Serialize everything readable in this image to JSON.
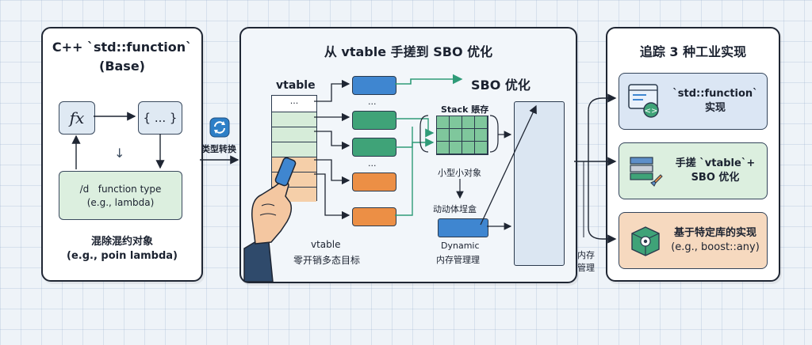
{
  "banner_title": "",
  "panels": {
    "base": {
      "title_line1": "C++ `std::function`",
      "title_line2": "(Base)",
      "fx_symbol": "fx",
      "braces_symbol": "{ ... }",
      "function_type_line1": "/d   function type",
      "function_type_line2": "(e.g., lambda)",
      "caption_line1": "混除混约对象",
      "caption_line2": "(e.g., poin lambda)"
    },
    "transform": {
      "label": "类型转换"
    },
    "middle": {
      "title": "从 vtable 手搓到 SBO 优化",
      "vtable_label": "vtable",
      "vtable_dots": [
        "...",
        "...",
        "..."
      ],
      "sbo_title": "SBO 优化",
      "stack_label": "Stack 賬存",
      "small_object_label": "小型小对象",
      "dynamic_box_label": "动动体埕盒",
      "dynamic_line1": "Dynamic",
      "dynamic_line2": "内存管理理",
      "bottom_line1": "vtable",
      "bottom_line2": "零开销多态目标"
    },
    "memory_label_line1": "内存",
    "memory_label_line2": "管理",
    "right": {
      "title": "追踪 3 种工业实现",
      "cards": [
        {
          "line1": "`std::function`",
          "line2": "实现"
        },
        {
          "line1": "手搓 `vtable`+",
          "line2": "SBO 优化"
        },
        {
          "line1": "基于特定库的实现",
          "line2": "(e.g., boost::any)"
        }
      ]
    }
  },
  "colors": {
    "blue_block": "#3f86d0",
    "green_block": "#3fa378",
    "orange_block": "#ec8f45",
    "sbo_arrow": "#2f9b78",
    "panel_border": "#1f2633"
  },
  "icons": [
    "fx-icon",
    "refresh-icon",
    "hand-icon",
    "code-window-icon",
    "layers-icon",
    "package-icon"
  ]
}
